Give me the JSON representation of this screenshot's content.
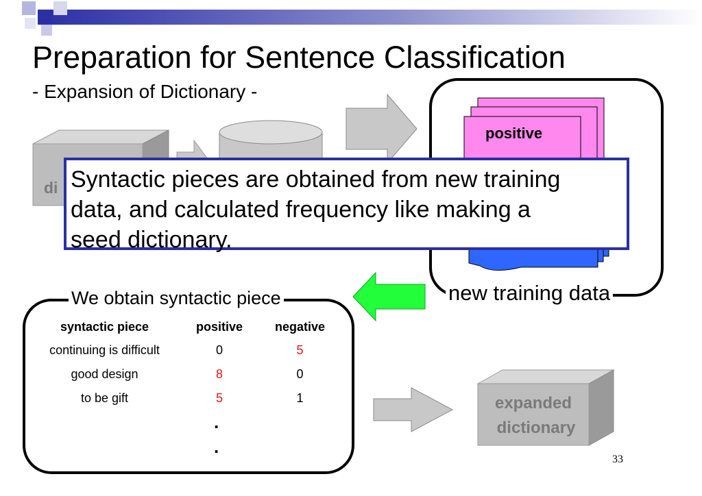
{
  "slide": {
    "title": "Preparation for Sentence Classification",
    "subtitle": "- Expansion of Dictionary -",
    "page_number": "33"
  },
  "diagram": {
    "seed_box_partial_label": "di",
    "positive_doc_label": "positive",
    "new_training_data_label": "new training data",
    "expanded_dictionary_label": [
      "expanded",
      "dictionary"
    ]
  },
  "callout": {
    "lines": [
      "Syntactic pieces are obtained from new training",
      "data, and calculated frequency like making a",
      "seed dictionary."
    ]
  },
  "obtain_panel": {
    "label": "We obtain syntactic piece",
    "headers": [
      "syntactic piece",
      "positive",
      "negative"
    ],
    "rows": [
      [
        "continuing is difficult",
        "0",
        "5"
      ],
      [
        "good design",
        "8",
        "0"
      ],
      [
        "to be gift",
        "5",
        "1"
      ]
    ],
    "ellipsis": [
      ".",
      "."
    ]
  },
  "colors": {
    "title_bar_dark": "#2b2fa6",
    "highlight_red": "#e8141b",
    "green_arrow": "#22ff3a",
    "positive_doc": "#ff88ee",
    "negative_doc": "#2f66ff",
    "gray_box": "#bdbdbd"
  }
}
